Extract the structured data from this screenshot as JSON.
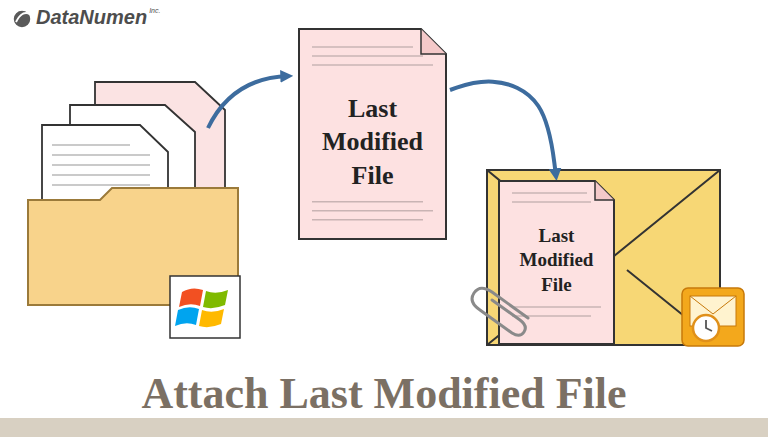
{
  "diagram": {
    "title": "Attach Last Modified File",
    "nodes": [
      {
        "text": [
          "Last Modified File"
        ]
      },
      {
        "text": [
          "Last Modified File"
        ]
      }
    ],
    "edges": [
      {
        "from": 0,
        "to": 1,
        "arrow": "to"
      }
    ],
    "labels": [
      "DataNumen",
      "Inc."
    ]
  }
}
